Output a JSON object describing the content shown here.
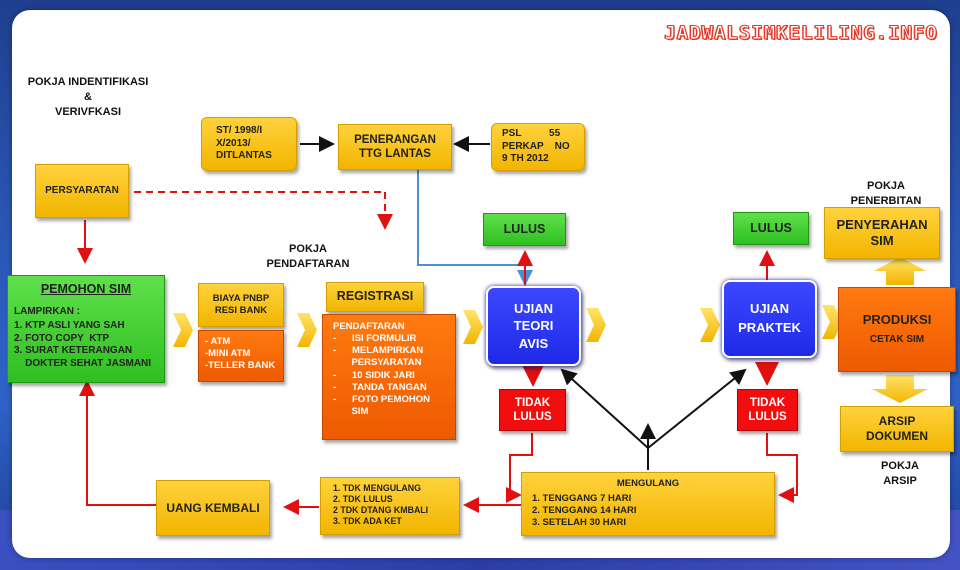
{
  "watermark": "JADWALSIMKELILING.INFO",
  "labels": {
    "pokja_id_1": "POKJA  INDENTIFIKASI",
    "pokja_id_2": "&",
    "pokja_id_3": "VERIVFKASI",
    "pokja_daftar_1": "POKJA",
    "pokja_daftar_2": "PENDAFTARAN",
    "pokja_terbit_1": "POKJA",
    "pokja_terbit_2": "PENERBITAN",
    "pokja_arsip_1": "POKJA",
    "pokja_arsip_2": "ARSIP"
  },
  "boxes": {
    "st": [
      "ST/ 1998/I",
      "X/2013/",
      "DITLANTAS"
    ],
    "psl": [
      "PSL          55",
      "PERKAP    NO",
      "9 TH 2012"
    ],
    "penerangan": [
      "PENERANGAN",
      "TTG LANTAS"
    ],
    "persyaratan": "PERSYARATAN",
    "pemohon_title": "PEMOHON SIM",
    "pemohon_lampiran": "LAMPIRKAN  :",
    "pemohon_items": [
      "1. KTP ASLI YANG SAH",
      "2. FOTO COPY  KTP",
      "3. SURAT KETERANGAN",
      "    DOKTER SEHAT JASMANI"
    ],
    "biaya": [
      "BIAYA PNBP",
      "RESI BANK"
    ],
    "bank_items": [
      "- ATM",
      "-MINI ATM",
      "-TELLER BANK"
    ],
    "registrasi": "REGISTRASI",
    "pendaftaran_title": "PENDAFTARAN",
    "pendaftaran_items": [
      "-      ISI FORMULIR",
      "-      MELAMPIRKAN",
      "       PERSYARATAN",
      "-      10 SIDIK JARI",
      "-      TANDA TANGAN",
      "-      FOTO PEMOHON",
      "       SIM"
    ],
    "lulus_teori": "LULUS",
    "ujian_teori": [
      "UJIAN",
      "TEORI",
      "AVIS"
    ],
    "tidak_lulus_teori": [
      "TIDAK",
      "LULUS"
    ],
    "lulus_praktek": "LULUS",
    "ujian_praktek": [
      "UJIAN",
      "PRAKTEK"
    ],
    "tidak_lulus_praktek": [
      "TIDAK",
      "LULUS"
    ],
    "penyerahan": [
      "PENYERAHAN",
      "SIM"
    ],
    "produksi_title": "PRODUKSI",
    "produksi_sub": "CETAK SIM",
    "arsip": [
      "ARSIP",
      "DOKUMEN"
    ],
    "mengulang_title": "MENGULANG",
    "mengulang_items": [
      "1. TENGGANG 7 HARI",
      "2. TENGGANG  14 HARI",
      "3. SETELAH 30 HARI"
    ],
    "tdk_items": [
      "1. TDK MENGULANG",
      "2. TDK LULUS",
      "2 TDK DTANG KMBALI",
      "3. TDK ADA KET"
    ],
    "uang_kembali": "UANG KEMBALI"
  },
  "colors": {
    "yellow": "#f5bf10",
    "green": "#3fcc2e",
    "orange": "#f26a00",
    "blue": "#2633f2",
    "red": "#f20e0e",
    "arrow_red": "#e01010",
    "arrow_blue": "#4a8fd8"
  }
}
